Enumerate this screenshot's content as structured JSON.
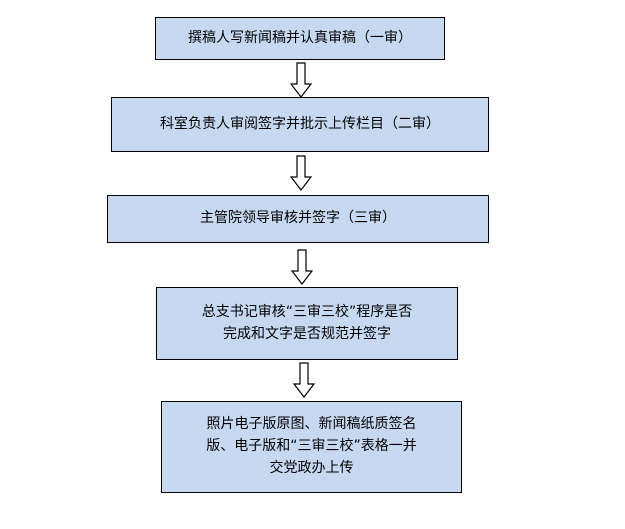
{
  "colors": {
    "box_fill": "#c6d9f1",
    "box_border": "#000000",
    "arrow_stroke": "#000000"
  },
  "steps": [
    {
      "lines": [
        "撰稿人写新闻稿并认真审稿（一审）"
      ]
    },
    {
      "lines": [
        "科室负责人审阅签字并批示上传栏目（二审）"
      ]
    },
    {
      "lines": [
        "主管院领导审核并签字（三审）"
      ]
    },
    {
      "lines": [
        "总支书记审核“三审三校”程序是否",
        "完成和文字是否规范并签字"
      ]
    },
    {
      "lines": [
        "照片电子版原图、新闻稿纸质签名",
        "版、电子版和“三审三校”表格一并",
        "交党政办上传"
      ]
    }
  ]
}
